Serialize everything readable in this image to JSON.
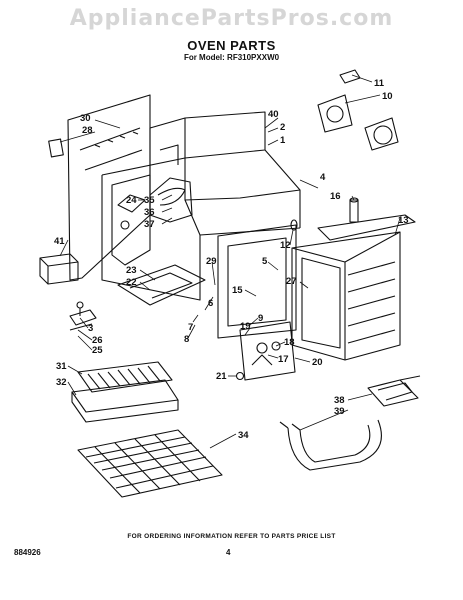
{
  "watermark": "AppliancePartsPros.com",
  "diagram_title": "OVEN PARTS",
  "model_line": "For Model: RF310PXXW0",
  "footer_text": "FOR ORDERING INFORMATION REFER TO PARTS PRICE LIST",
  "document_number": "884926",
  "page_number": "4",
  "callouts": {
    "c11": "11",
    "c10": "10",
    "c40": "40",
    "c2": "2",
    "c1": "1",
    "c30": "30",
    "c28": "28",
    "c4": "4",
    "c16": "16",
    "c13": "13",
    "c24": "24",
    "c35": "35",
    "c36": "36",
    "c37": "37",
    "c41": "41",
    "c12": "12",
    "c29": "29",
    "c5": "5",
    "c23": "23",
    "c22": "22",
    "c27": "27",
    "c15": "15",
    "c6": "6",
    "c7": "7",
    "c8": "8",
    "c3": "3",
    "c26": "26",
    "c25": "25",
    "c9": "9",
    "c19": "19",
    "c18": "18",
    "c17": "17",
    "c31": "31",
    "c32": "32",
    "c21": "21",
    "c20": "20",
    "c38": "38",
    "c39": "39",
    "c34": "34"
  }
}
